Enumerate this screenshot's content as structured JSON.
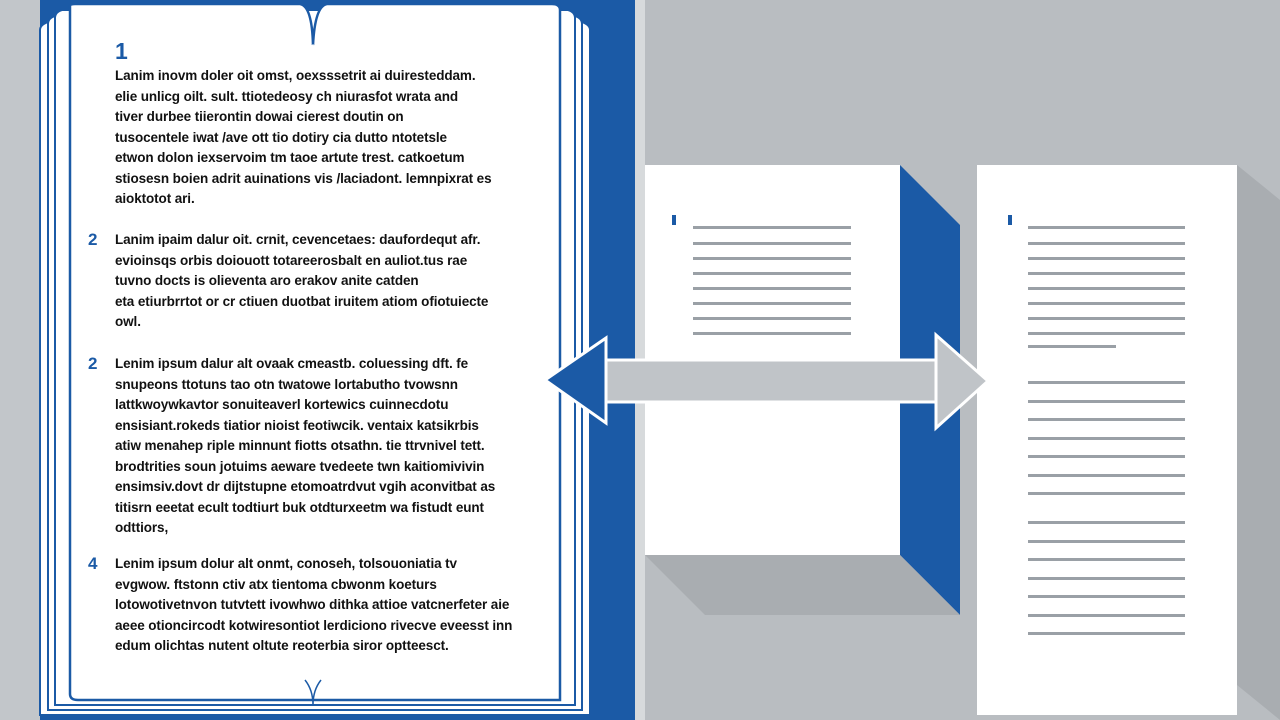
{
  "book": {
    "paragraphs": [
      {
        "number": "1",
        "lines": [
          "Lanim inovm doler oit omst, oexsssetrit ai duiresteddam.",
          "elie unlicg oilt. sult. ttiotedeosy ch niurasfot wrata and",
          "tiver durbee tiierontin dowai cierest doutin on",
          "tusocentele iwat /ave ott tio dotiry cia dutto ntotetsle",
          "etwon dolon iexservoim tm taoe artute trest. catkoetum",
          "stiosesn boien adrit auinations vis /laciadont. lemnpixrat es",
          "aioktotot ari."
        ]
      },
      {
        "number": "2",
        "lines": [
          "Lanim ipaim dalur oit. crnit, cevencetaes: daufordequt afr.",
          "evioinsqs orbis doiouott totareerosbalt en auliot.tus rae",
          "tuvno docts is olieventa aro erakov anite catden",
          "eta etiurbrrtot or cr ctiuen duotbat iruitem atiom ofiotuiecte",
          "owl."
        ]
      },
      {
        "number": "2",
        "lines": [
          "Lenim ipsum dalur alt ovaak cmeastb. coluessing dft. fe",
          "snupeons ttotuns tao otn twatowe lortabutho tvowsnn",
          "lattkwoywkavtor sonuiteaverl kortewics cuinnecdotu",
          "ensisiant.rokeds tiatior nioist feotiwcik. ventaix katsikrbis",
          "atiw menahep riple minnunt fiotts otsathn. tie ttrvnivel tett.",
          "brodtrities soun jotuims aeware tvedeete twn kaitiomivivin",
          "ensimsiv.dovt dr dijtstupne etomoatrdvut vgih aconvitbat as",
          "titisrn eeetat ecult todtiurt buk otdturxeetm wa fistudt eunt",
          "odttiors,"
        ]
      },
      {
        "number": "4",
        "lines": [
          "Lenim ipsum dolur alt onmt, conoseh, tolsouoniatia tv",
          "evgwow. ftstonn ctiv atx tientoma cbwonm koeturs",
          "lotowotivetnvon tutvtett ivowhwo dithka attioe vatcnerfeter aie",
          "aeee otioncircodt kotwiresontiot lerdiciono rivecve eveesst inn",
          "edum olichtas nutent oltute reoterbia siror optteesct."
        ]
      }
    ]
  },
  "pages": {
    "left_page_marker": "1",
    "right_page_marker": "1"
  },
  "colors": {
    "background": "#c2c6ca",
    "accent_blue": "#1b5aa6",
    "page_white": "#ffffff",
    "line_gray": "#9aa0a6",
    "arrow_gray": "#c0c4c8"
  }
}
